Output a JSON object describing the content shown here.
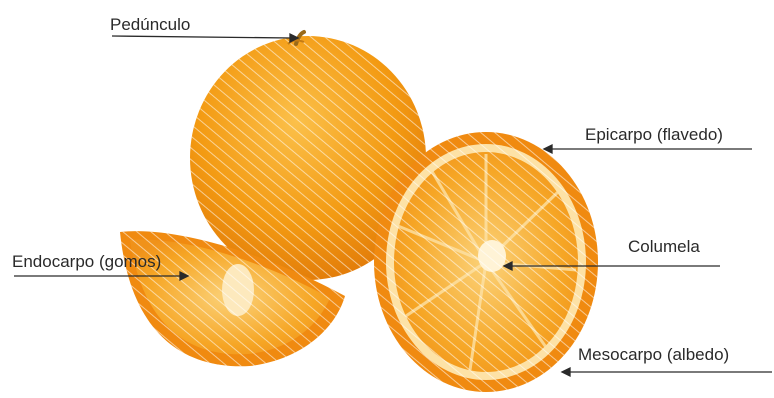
{
  "labels": {
    "pedunculo": "Pedúnculo",
    "epicarpo": "Epicarpo (flavedo)",
    "columela": "Columela",
    "endocarpo": "Endocarpo (gomos)",
    "mesocarpo": "Mesocarpo (albedo)"
  },
  "colors": {
    "peel": "#f29a10",
    "peel_dark": "#e07a08",
    "flesh": "#f7a825",
    "pith": "#fde7b0",
    "highlight": "#fff3d6",
    "line": "#2a2a2a"
  }
}
